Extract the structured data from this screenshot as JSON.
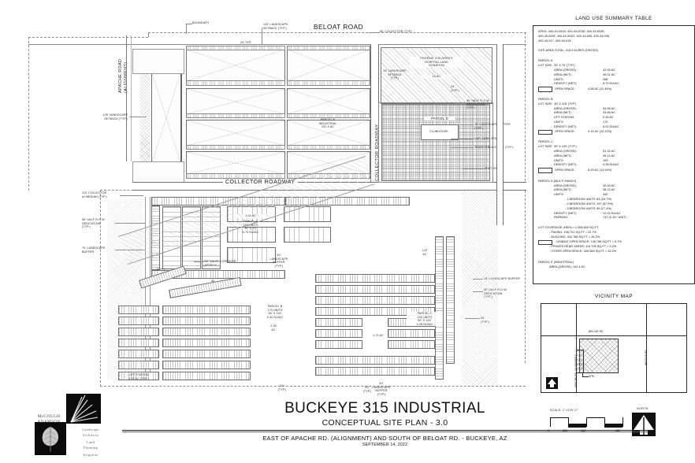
{
  "sheet": {
    "title": "BUCKEYE 315 INDUSTRIAL",
    "subtitle": "CONCEPTUAL SITE PLAN - 3.0",
    "location": "EAST OF APACHE RD. (ALIGNMENT)  AND SOUTH OF BELOAT RD.  - BUCKEYE, AZ",
    "date": "SEPTEMBER 14, 2022"
  },
  "logo": {
    "name_line1": "McGOUGH",
    "name_line2": "ADAMSON",
    "service1": "Landscape",
    "service2": "Architects",
    "service3": "Land",
    "service4": "Planning",
    "service5": "Irrigation"
  },
  "land_use_table": {
    "heading": "LAND USE SUMMARY TABLE",
    "apn_lines": [
      "APN's: 400-43-002A, 400-43-003D, 400-43-003E,",
      "400-43-003F, 400-43-003G, 400-43-005, 400-43-006,",
      "400-44-017, 400-45-018"
    ],
    "site_area_total": "SITE AREA TOTAL: 315.9 ACRES (GROSS)",
    "parcels": [
      {
        "name": "PARCEL A",
        "lot_size": "LOT SIZE:  50' X 70' (TYP.)",
        "rows": [
          {
            "k": "AREA (GROSS):",
            "v": "42.45 AC"
          },
          {
            "k": "AREA (NET):",
            "v": "40.01 AC"
          },
          {
            "k": "UNITS:",
            "v": "268"
          },
          {
            "k": "DENSITY (NET):",
            "v": "6.70 DU/AC"
          }
        ],
        "open_space": {
          "k": "OPEN SPACE:",
          "v": "4.58 AC (11.44%)"
        }
      },
      {
        "name": "PARCEL B",
        "lot_size": "LOT SIZE:  45' X 115' (TYP.)",
        "rows": [
          {
            "k": "AREA (GROSS):",
            "v": "34.36 AC"
          },
          {
            "k": "AREA (NET):",
            "v": "33.85 AC"
          },
          {
            "k": "LIFT STATION:",
            "v": "0.26 AC"
          },
          {
            "k": "UNITS:",
            "v": "170"
          },
          {
            "k": "DENSITY (NET):",
            "v": "5.02 DU/AC"
          }
        ],
        "open_space": {
          "k": "OPEN SPACE:",
          "v": "4.14 AC (12.22%)"
        }
      },
      {
        "name": "PARCEL C",
        "lot_size": "LOT SIZE:  50' X 120' (TYP.)",
        "rows": [
          {
            "k": "AREA (GROSS):",
            "v": "51.32 AC"
          },
          {
            "k": "AREA (NET):",
            "v": "45.14 AC"
          },
          {
            "k": "UNITS:",
            "v": "193"
          },
          {
            "k": "DENSITY (NET):",
            "v": "4.28 DU/AC"
          }
        ],
        "open_space": {
          "k": "OPEN SPACE:",
          "v": "6.29 AC (13.94%)"
        }
      }
    ],
    "parcel_d": {
      "name": "PARCEL D (MULTI-FAMILY)",
      "rows": [
        {
          "k": "AREA (GROSS):",
          "v": "30.00 AC"
        },
        {
          "k": "AREA (NET):",
          "v": "28.12 AC"
        },
        {
          "k": "UNITS:",
          "v": "340"
        }
      ],
      "unit_mix": [
        "- 1 BEDROOM UNITS: 84 (24.7%)",
        "- 2 BEDROOM UNITS: 197 (57.9%)",
        "- 3 BEDROOM UNITS: 59 (17.4%)"
      ],
      "rows2": [
        {
          "k": "DENSITY (NET):",
          "v": "12.09 DU/AC"
        },
        {
          "k": "PARKING:",
          "v": "747 (2.19 / UNIT)"
        }
      ],
      "lot_coverage_heading": "LOT COVERAGE: AREA = 1,306,609 SQ.FT.",
      "lot_coverage": [
        {
          "label": "- PAVING: 296,701 SQ.FT = 22.7%",
          "swatch": false
        },
        {
          "label": "- BUILDING: 342,788 SQ.FT = 26.2%",
          "swatch": false
        },
        {
          "label": "- USABLE OPEN SPACE: 126,756 SQ.FT = 9.7%",
          "swatch": true
        },
        {
          "label": "- PRIVATE REAR YARDS: 119,705 SQ.FT = 9.2%",
          "swatch": false
        },
        {
          "label": "- OTHER OPEN SPACE: 420,569 SQ.FT = 32.2%",
          "swatch": false
        }
      ]
    },
    "parcel_e": {
      "name": "PARCEL E (INDUSTRIAL)",
      "area": "AREA (GROSS): 102.4 AC"
    }
  },
  "vicinity_map": {
    "heading": "VICINITY MAP",
    "beloat": "BELOAT RD.",
    "apache": "APACHE RD. (ALIGNMENT)",
    "watson": "WATSON RD.",
    "site": "SITE"
  },
  "scale": {
    "label": "SCALE:    1\"=220'-0\"",
    "ticks": [
      "0'",
      "220'",
      "440'",
      "660'"
    ],
    "north_label": "NORTH"
  },
  "plan_labels": {
    "beloat_road": "BELOAT ROAD",
    "apache_road": "APACHE ROAD\n(ALIGNMENT)",
    "collector_roadway_h": "COLLECTOR ROADWAY",
    "collector_roadway_v": "COLLECTOR ROADWAY",
    "boundary": "BOUNDARY",
    "setback_125": "125' LANDSCAPE\nSETBACK (TYP.)",
    "setback_125_left": "125' LANDSCAPE\nSETBACK (TYP.)",
    "collector_80": "80' COLLECTOR (TYP.)",
    "dim_24_typ": "24' TYP.",
    "dim_24_typ2": "24'\n(TYP.)",
    "retention_1": "(RETENTION)",
    "retention_2": "(RETENTION)",
    "dim_70_typ_a": "70' (TYP.)",
    "dim_70_typ_b": "70' (TYP.)",
    "dim_900_typ": "900'\n(TYP.)",
    "dim_345_typ": "345'\n(TYP.)",
    "hospital": "PHOENIX CHILDREN'S\nHOSPITAL LAND\nDONATION",
    "hospital_ac": "15 AC",
    "setback_15": "15' LANDSCAPE\nSETBACK\n(TYP.)",
    "row_55_top": "55' HALF R.O.W.\nDEDICATION\n(TYP.)",
    "buffer_15": "15' LANDSCAPE BUFFER\n(TYP.)",
    "car_care": "CAR CARE STATION",
    "trash": "TRASH ENCLOSURE (TYP.)",
    "exit_only": "EXIT ONLY",
    "parcel_e": "PARCEL E\nINDUSTRIAL\n102.4 AC",
    "parcel_d": "PARCEL D",
    "clubhouse": "CLUBHOUSE",
    "collector_110": "110' COLLECTOR\nw/ MEDIAN (TYP.)",
    "row_55_left": "55' HALF R.O.W.\nDEDICATION\n(TYP.)",
    "buffer_70": "70' LANDSCAPE\nBUFFER",
    "parcel_a": "PARCEL A\n268 UNITS\n50' X 70'\n6.70 DU/AC",
    "parcel_b": "PARCEL B\n170 UNITS\n45' X 115'\n5.02 DU/AC",
    "parcel_c": "PARCEL C\n193 UNITS\n50' X 120'\n4.28 DU/AC",
    "ac_156": "1.56 AC",
    "ac_187": "1.87\nAC",
    "ac_235": "2.35\nAC",
    "ac_172": "1.72 AC",
    "wash_corridor": "250' WASH CORRIDOR\n(APPROX.)",
    "buffer_50_typ": "50'\nLANDSCAPE\nBUFFER\n(TYP.)",
    "buffer_50_typ2": "50'\nLANDSCAPE\nBUFFER\n(TYP.)",
    "buffer_15_right": "15' LANDSCAPE BUFFER",
    "row_55_right": "55' HALF R.O.W.\nDEDICATION\n(TYP.)",
    "lift_station": "LIFT STATION\n0.26 AC (TYP.)",
    "dim_50_typ_a": "50'\n(TYP.)",
    "dim_50_typ_b": "50'\n(TYP.)",
    "dim_50_typ_c": "50'\n(TYP.)",
    "dim_50_typ_d": "50'\n(TYP.)",
    "dim_50_typ_e": "50'\n(TYP.)",
    "dim_typ_small": "(TYP.)"
  }
}
